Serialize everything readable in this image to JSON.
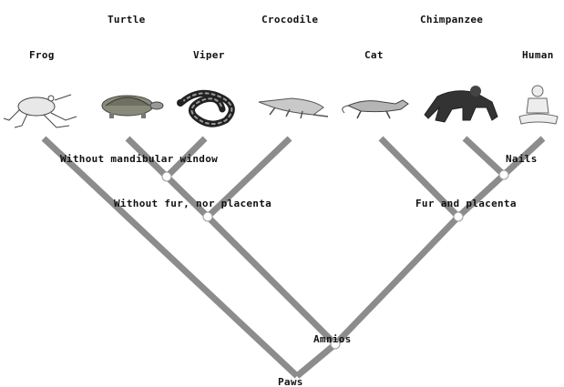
{
  "taxa": {
    "frog": "Frog",
    "turtle": "Turtle",
    "viper": "Viper",
    "crocodile": "Crocodile",
    "cat": "Cat",
    "chimpanzee": "Chimpanzee",
    "human": "Human"
  },
  "traits": {
    "mandibular": "Without mandibular window",
    "no_fur": "Without fur, nor placenta",
    "nails": "Nails",
    "fur_placenta": "Fur and placenta",
    "amnios": "Amnios",
    "paws": "Paws"
  },
  "icons": [
    "frog-icon",
    "turtle-icon",
    "viper-icon",
    "crocodile-icon",
    "cat-icon",
    "chimpanzee-icon",
    "human-icon"
  ],
  "colors": {
    "branch": "#8c8c8c",
    "node_fill": "#ffffff",
    "node_stroke": "#9a9a9a",
    "text": "#111111"
  }
}
